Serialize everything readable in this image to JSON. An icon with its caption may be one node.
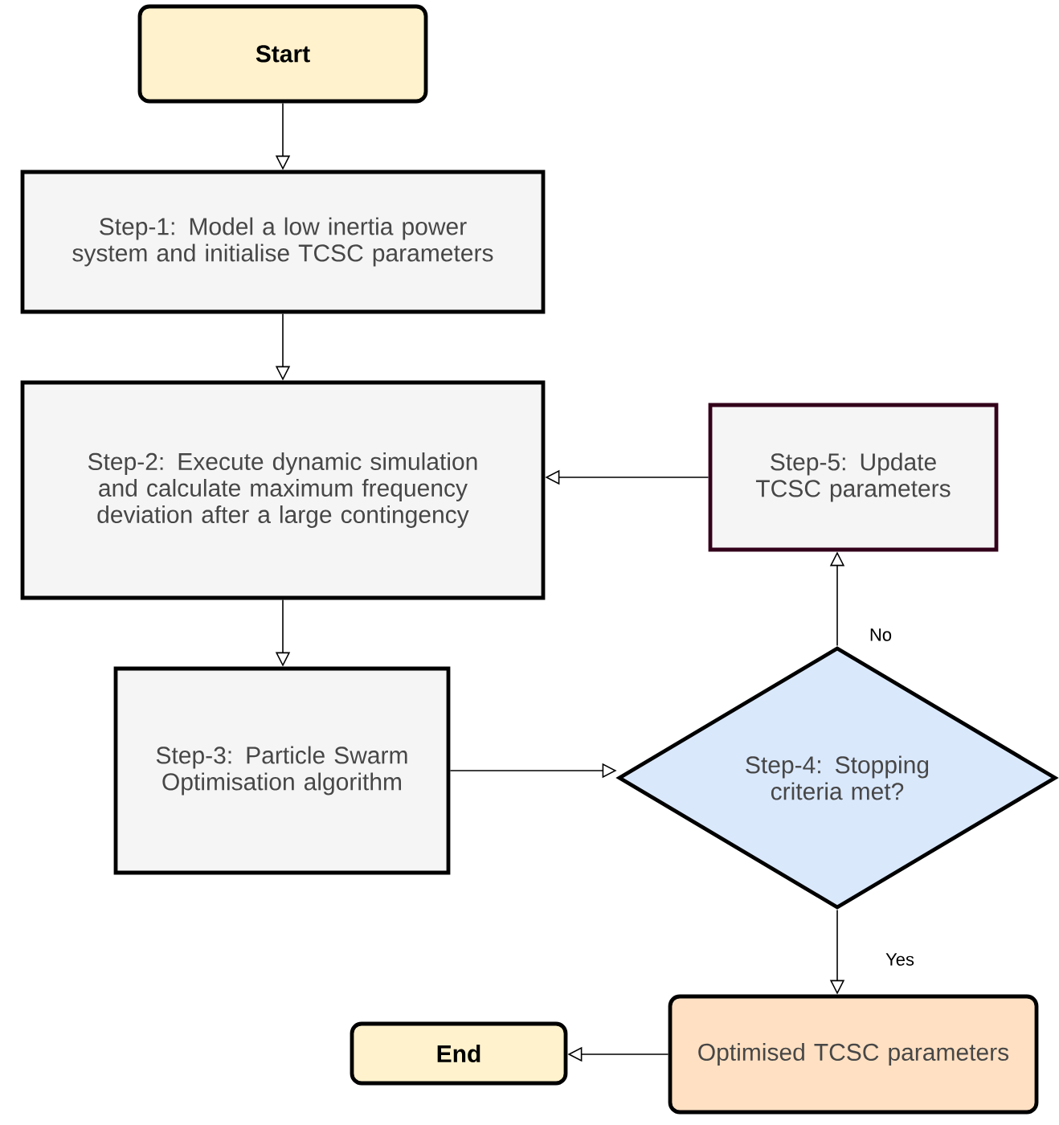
{
  "diagram": {
    "nodes": [
      {
        "text": [
          "Start"
        ]
      },
      {
        "text": [
          "Step-1: Model a low inertia power system and initialise TCSC parameters"
        ]
      },
      {
        "text": [
          "Step-2: Execute dynamic simulation and calculate maximum frequency deviation after a large contingency"
        ]
      },
      {
        "text": [
          "Step-5: Update TCSC parameters"
        ]
      },
      {
        "text": [
          "Step-3: Particle Swarm Optimisation algorithm"
        ]
      },
      {
        "text": [
          "Step-4: Stopping criteria met?"
        ]
      },
      {
        "text": [
          "Optimised TCSC parameters"
        ]
      },
      {
        "text": [
          "End"
        ]
      }
    ],
    "edges": [
      {
        "from": 0,
        "to": 1,
        "arrow": "to"
      },
      {
        "from": 1,
        "to": 2,
        "arrow": "to"
      },
      {
        "from": 2,
        "to": 4,
        "arrow": "to"
      },
      {
        "from": 4,
        "to": 5,
        "arrow": "to"
      },
      {
        "from": 5,
        "to": 3,
        "arrow": "to",
        "label": "No"
      },
      {
        "from": 3,
        "to": 2,
        "arrow": "to"
      },
      {
        "from": 5,
        "to": 6,
        "arrow": "to",
        "label": "Yes"
      },
      {
        "from": 6,
        "to": 7,
        "arrow": "to"
      }
    ]
  }
}
